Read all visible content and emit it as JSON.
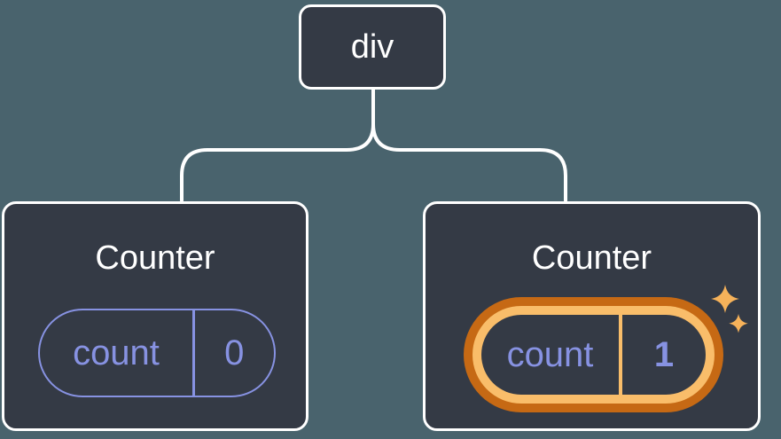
{
  "diagram": {
    "root_label": "div",
    "children": [
      {
        "title": "Counter",
        "state_key": "count",
        "state_value": "0",
        "highlighted": false
      },
      {
        "title": "Counter",
        "state_key": "count",
        "state_value": "1",
        "highlighted": true
      }
    ]
  },
  "icons": {
    "sparkles": "four-pointed-sparkle-stars"
  },
  "colors": {
    "background": "#49636d",
    "node_background": "#343a45",
    "node_border": "#ffffff",
    "connector": "#ffffff",
    "state_purple": "#8792e2",
    "highlight_ring_outer": "#c66914",
    "highlight_ring_inner": "#f9bd6a",
    "sparkle": "#f6b25a",
    "text": "#ffffff"
  }
}
